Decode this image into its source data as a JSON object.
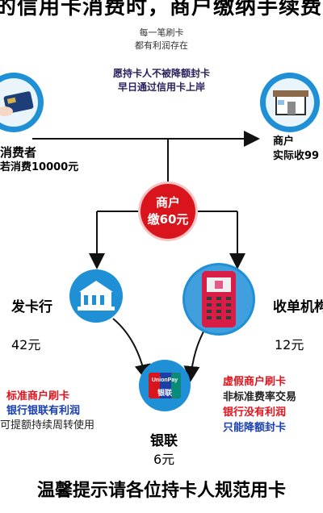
{
  "header": {
    "title": "的信用卡消费时，商户缴纳手续费的分配图"
  },
  "top_note": {
    "line1": "每一笔刷卡",
    "line2": "都有利润存在"
  },
  "wish": {
    "line1": "愿持卡人不被降额封卡",
    "line2": "早日通过信用卡上岸"
  },
  "consumer": {
    "label": "消费者",
    "detail": "若消费10000元"
  },
  "merchant": {
    "label": "商户",
    "detail": "实际收99"
  },
  "fee": {
    "line1": "商户",
    "line2": "缴60元"
  },
  "issuer": {
    "label": "发卡行",
    "amount": "42元",
    "notes": [
      "标准商户刷卡",
      "银行银联有利润",
      "可提额持续周转使用"
    ]
  },
  "acquirer": {
    "label": "收单机构",
    "amount": "12元",
    "notes": [
      "虚假商户刷卡",
      "非标准费率交易",
      "银行没有利润",
      "只能降额封卡"
    ]
  },
  "unionpay": {
    "label": "银联",
    "amount": "6元",
    "logo_top": "UnionPay",
    "logo_bottom": "银联"
  },
  "footer": {
    "text": "温馨提示请各位持卡人规范用卡"
  },
  "colors": {
    "accent_blue": "#1f8fd6",
    "fee_red": "#d9141c",
    "note_red": "#e0141e",
    "note_blue": "#1a3fb0"
  }
}
